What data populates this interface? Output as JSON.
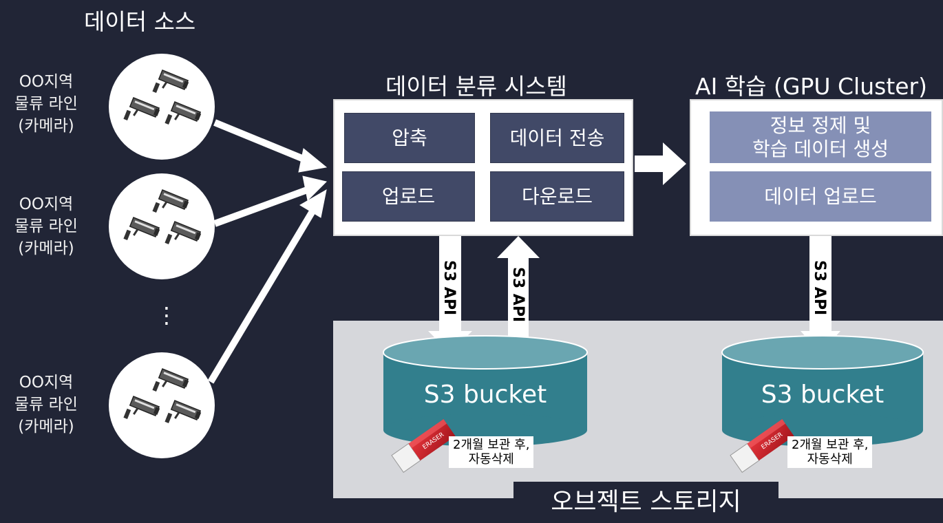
{
  "titles": {
    "data_source": "데이터 소스",
    "classifier": "데이터 분류 시스템",
    "training": "AI 학습 (GPU Cluster)",
    "storage": "오브젝트 스토리지"
  },
  "sources": [
    {
      "line1": "OO지역",
      "line2": "물류 라인",
      "line3": "(카메라)"
    },
    {
      "line1": "OO지역",
      "line2": "물류 라인",
      "line3": "(카메라)"
    },
    {
      "line1": "OO지역",
      "line2": "물류 라인",
      "line3": "(카메라)"
    }
  ],
  "ellipsis": "⋮",
  "classifier": {
    "compress": "압축",
    "transfer": "데이터 전송",
    "upload": "업로드",
    "download": "다운로드"
  },
  "training": {
    "refine_line1": "정보 정제 및",
    "refine_line2": "학습 데이터 생성",
    "data_upload": "데이터 업로드"
  },
  "api": {
    "label_down": "S3 API",
    "label_up": "S3 API",
    "label_right": "S3 API"
  },
  "buckets": [
    {
      "label": "S3 bucket",
      "note_line1": "2개월 보관 후,",
      "note_line2": "자동삭제",
      "eraser_text": "ERASER"
    },
    {
      "label": "S3 bucket",
      "note_line1": "2개월 보관 후,",
      "note_line2": "자동삭제",
      "eraser_text": "ERASER"
    }
  ],
  "colors": {
    "background": "#212536",
    "dark_button": "#414967",
    "light_button": "#8590b6",
    "bucket": "#327f8d",
    "bucket_top": "#6aa6b1",
    "storage_bg": "#d6d7db",
    "eraser_red": "#d3222a"
  }
}
